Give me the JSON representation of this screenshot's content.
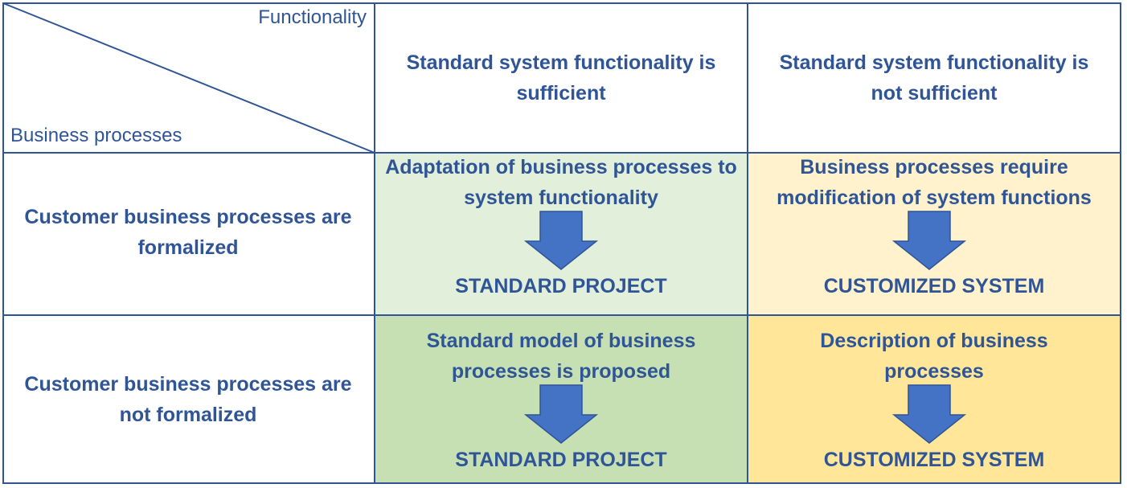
{
  "corner": {
    "top_label": "Functionality",
    "bottom_label": "Business processes"
  },
  "columns": [
    {
      "label": "Standard system functionality is sufficient"
    },
    {
      "label": "Standard system functionality is not sufficient"
    }
  ],
  "rows": [
    {
      "label": "Customer business processes are formalized"
    },
    {
      "label": "Customer business processes are not formalized"
    }
  ],
  "cells": [
    [
      {
        "title": "Adaptation of business processes to system functionality",
        "result": "STANDARD PROJECT",
        "color": "#e2efda"
      },
      {
        "title": "Business processes require modification of system functions",
        "result": "CUSTOMIZED SYSTEM",
        "color": "#fff2cc"
      }
    ],
    [
      {
        "title": "Standard model of business processes is proposed",
        "result": "STANDARD PROJECT",
        "color": "#c6e0b4"
      },
      {
        "title": "Description of business processes",
        "result": "CUSTOMIZED SYSTEM",
        "color": "#ffe699"
      }
    ]
  ],
  "colors": {
    "text": "#2f5597",
    "border": "#2f5597",
    "arrow": "#4472c4",
    "arrow_border": "#2f5597"
  }
}
